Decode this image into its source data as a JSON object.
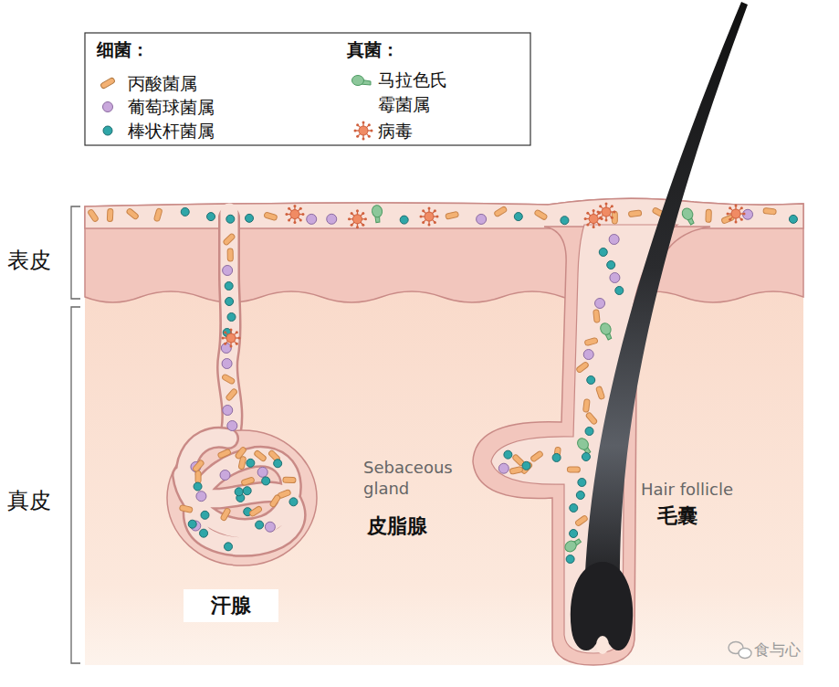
{
  "diagram": {
    "nodes": [
      {
        "text": [
          "汗腺"
        ]
      }
    ],
    "labels": [
      "细菌：",
      "真菌：",
      "表皮",
      "真皮",
      "Sebaceous gland",
      "皮脂腺",
      "Hair follicle",
      "毛囊",
      "食与心"
    ],
    "legend": [
      {
        "text": "丙酸菌属",
        "color": "#f3b173"
      },
      {
        "text": "葡萄球菌属",
        "color": "#c9a8dc"
      },
      {
        "text": "棒状杆菌属",
        "color": "#2fa6a8"
      },
      {
        "text": "马拉色氏 霉菌属",
        "color": "#8cc79a"
      },
      {
        "text": "病毒",
        "color": "#f08b64"
      }
    ]
  }
}
